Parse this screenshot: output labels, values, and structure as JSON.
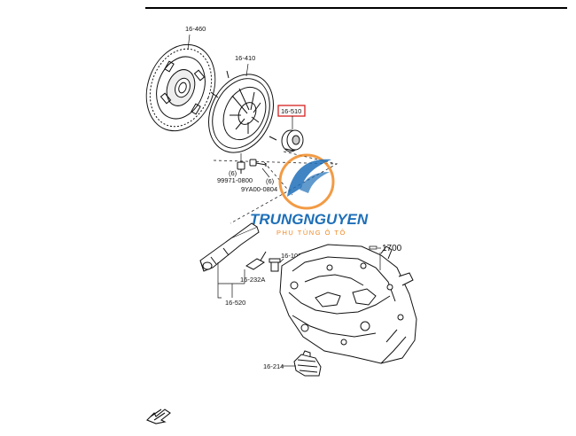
{
  "callouts": {
    "disc": "16-460",
    "cover": "16-410",
    "bearing": "16-510",
    "bolt_a_qty": "(6)",
    "bolt_a_part": "99971-0800",
    "bolt_b_qty": "(6)",
    "bolt_b_part": "9YA00-0804",
    "spring": "16-102",
    "clip": "16-232A",
    "fork": "16-520",
    "transaxle": "1700",
    "boot": "16-214"
  },
  "watermark": {
    "brand": "TRUNGNGUYEN",
    "tagline": "PHỤ TÙNG Ô TÔ"
  },
  "colors": {
    "highlight_box": "#d62020",
    "watermark_blue": "#1e6fb8",
    "watermark_orange": "#f08a24"
  }
}
